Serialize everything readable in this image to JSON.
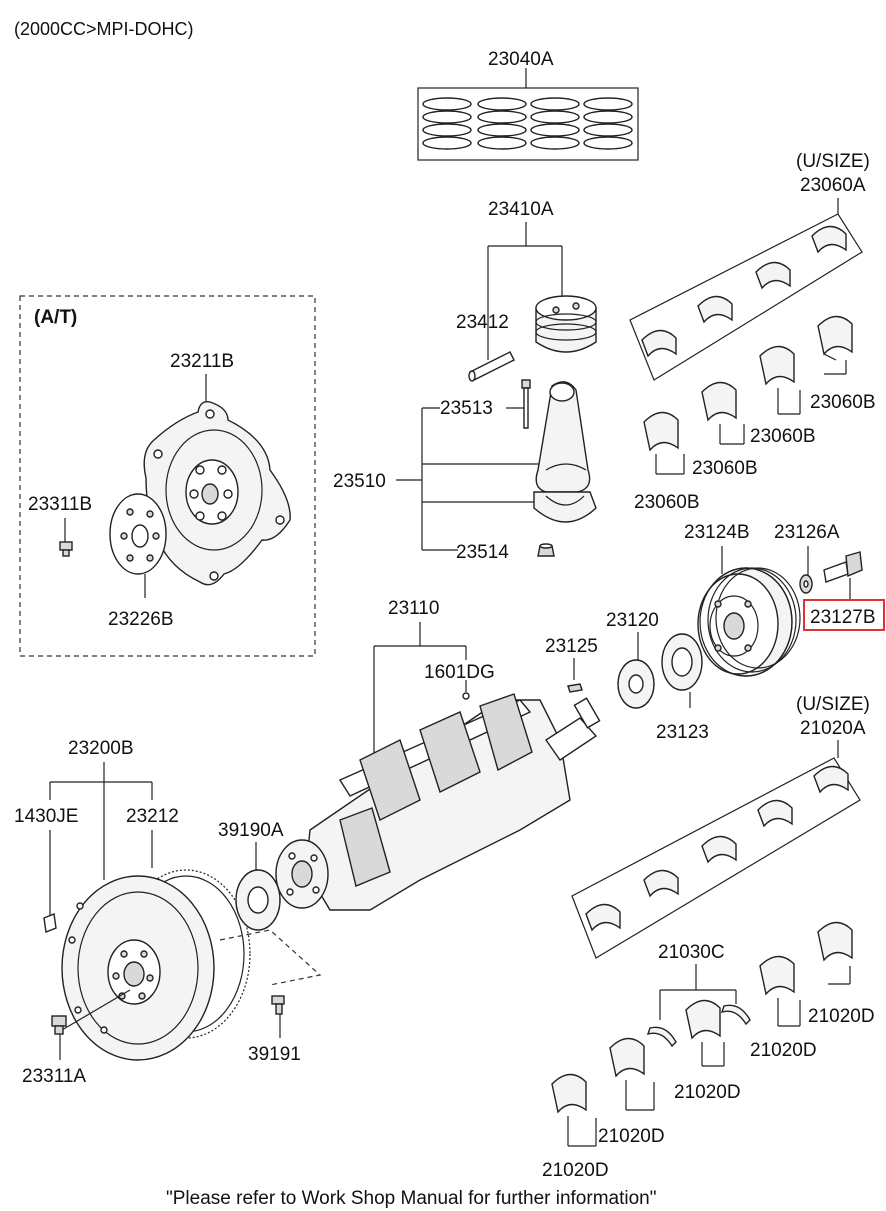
{
  "header": {
    "engine": "(2000CC>MPI-DOHC)"
  },
  "groups": {
    "at": "(A/T)",
    "usize_top": "(U/SIZE)",
    "usize_bottom": "(U/SIZE)"
  },
  "parts": {
    "p23040A": "23040A",
    "p23410A": "23410A",
    "p23412": "23412",
    "p23513": "23513",
    "p23510": "23510",
    "p23514": "23514",
    "p23211B": "23211B",
    "p23311B": "23311B",
    "p23226B": "23226B",
    "p23060A": "23060A",
    "p23060B_1": "23060B",
    "p23060B_2": "23060B",
    "p23060B_3": "23060B",
    "p23060B_4": "23060B",
    "p23124B": "23124B",
    "p23126A": "23126A",
    "p23127B": "23127B",
    "p23110": "23110",
    "p23120": "23120",
    "p23125": "23125",
    "p1601DG": "1601DG",
    "p23123": "23123",
    "p23200B": "23200B",
    "p1430JE": "1430JE",
    "p23212": "23212",
    "p39190A": "39190A",
    "p39191": "39191",
    "p23311A": "23311A",
    "p21020A": "21020A",
    "p21030C": "21030C",
    "p21020D_1": "21020D",
    "p21020D_2": "21020D",
    "p21020D_3": "21020D",
    "p21020D_4": "21020D",
    "p21020D_5": "21020D"
  },
  "highlight_color": "#e03030",
  "footer": {
    "note": "\"Please refer to Work Shop Manual for further information\""
  }
}
